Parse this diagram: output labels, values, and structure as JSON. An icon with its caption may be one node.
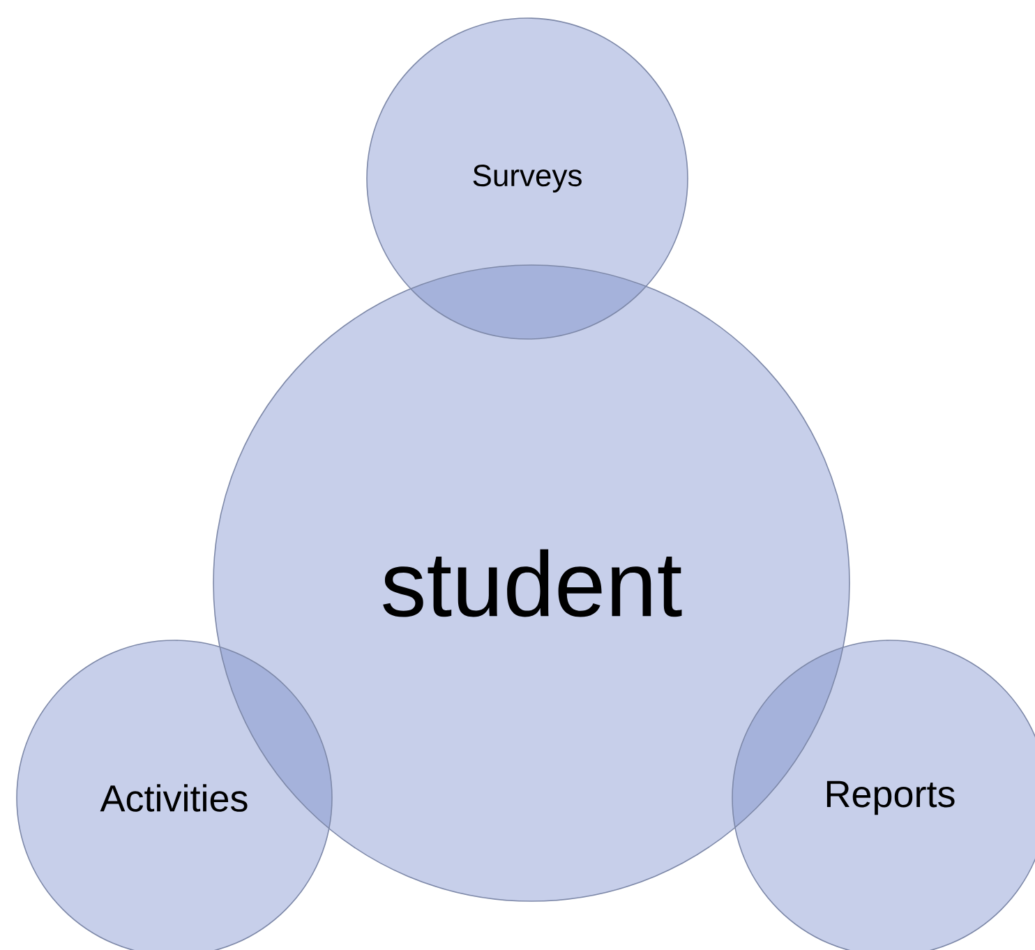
{
  "diagram": {
    "nodes": [
      {
        "text": [
          "student"
        ]
      },
      {
        "text": [
          "Surveys"
        ]
      },
      {
        "text": [
          "Activities"
        ]
      },
      {
        "text": [
          "Reports"
        ]
      }
    ]
  }
}
